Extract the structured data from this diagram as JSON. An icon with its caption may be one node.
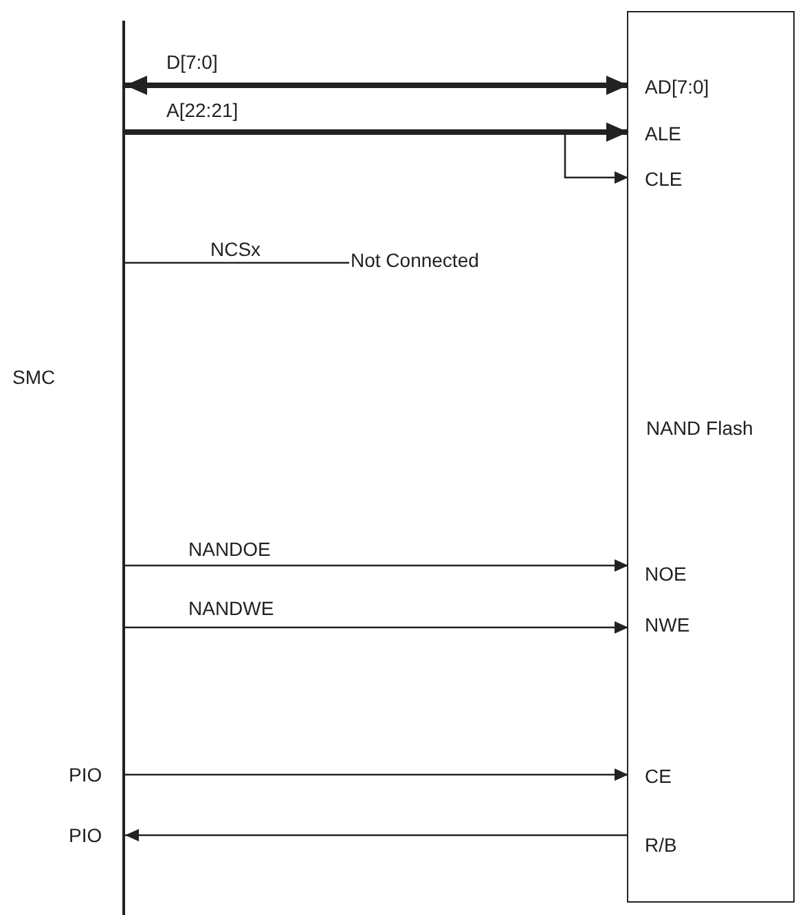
{
  "diagram": {
    "nodes": [
      {
        "text": [
          "SMC"
        ]
      },
      {
        "text": [
          "NAND Flash"
        ]
      },
      {
        "text": [
          "AD[7:0]"
        ],
        "in": 1
      },
      {
        "text": [
          "ALE"
        ],
        "in": 1
      },
      {
        "text": [
          "CLE"
        ],
        "in": 1
      },
      {
        "text": [
          "NOE"
        ],
        "in": 1
      },
      {
        "text": [
          "NWE"
        ],
        "in": 1
      },
      {
        "text": [
          "CE"
        ],
        "in": 1
      },
      {
        "text": [
          "R/B"
        ],
        "in": 1
      },
      {
        "text": [
          "Not Connected"
        ]
      }
    ],
    "edges": [
      {
        "from": 0,
        "to": 2,
        "arrow": "both",
        "label": "D[7:0]",
        "style": "thick"
      },
      {
        "from": 0,
        "to": 3,
        "arrow": "to",
        "label": "A[22:21]",
        "style": "thick"
      },
      {
        "from": 0,
        "to": 4,
        "arrow": "to"
      },
      {
        "from": 0,
        "to": 9,
        "arrow": "none",
        "label": "NCSx"
      },
      {
        "from": 0,
        "to": 5,
        "arrow": "to",
        "label": "NANDOE"
      },
      {
        "from": 0,
        "to": 6,
        "arrow": "to",
        "label": "NANDWE"
      },
      {
        "from": 0,
        "to": 7,
        "arrow": "to"
      },
      {
        "from": 8,
        "to": 0,
        "arrow": "to"
      }
    ],
    "labels": [
      "PIO",
      "PIO"
    ]
  }
}
